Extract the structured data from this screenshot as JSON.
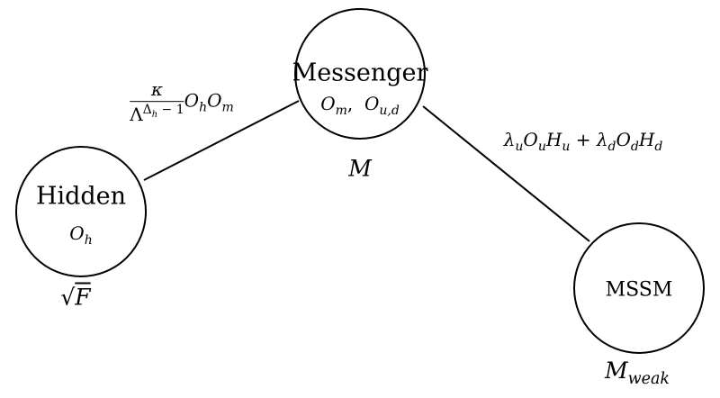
{
  "nodes": {
    "hidden": {
      "title": "Hidden",
      "operator": "O",
      "operator_sub": "h",
      "scale_prefix": "√",
      "scale_symbol": "F"
    },
    "messenger": {
      "title": "Messenger",
      "op1": "O",
      "op1_sub": "m",
      "separator": ",",
      "op2": "O",
      "op2_sub": "u,d",
      "scale": "M"
    },
    "mssm": {
      "title": "MSSM",
      "scale": "M",
      "scale_sub": "weak"
    }
  },
  "edges": {
    "hidden_messenger": {
      "numerator": "κ",
      "den_base": "Λ",
      "den_exp_symbol": "Δ",
      "den_exp_sub": "h",
      "den_exp_tail": " − 1",
      "op1": "O",
      "op1_sub": "h",
      "op2": "O",
      "op2_sub": "m"
    },
    "messenger_mssm": {
      "coef1": "λ",
      "coef1_sub": "u",
      "op1": "O",
      "op1_sub": "u",
      "field1": "H",
      "field1_sub": "u",
      "plus": " + ",
      "coef2": "λ",
      "coef2_sub": "d",
      "op2": "O",
      "op2_sub": "d",
      "field2": "H",
      "field2_sub": "d"
    }
  }
}
